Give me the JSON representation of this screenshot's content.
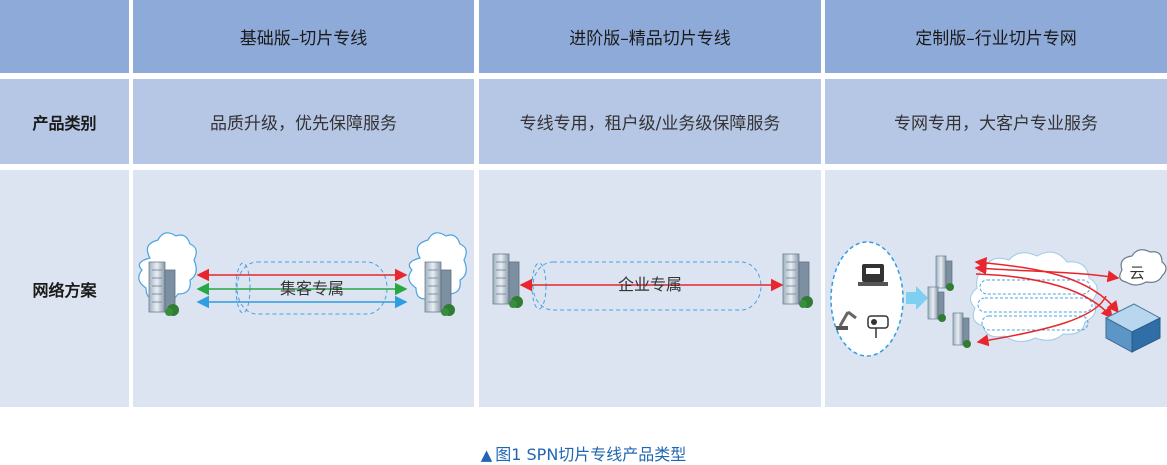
{
  "header": {
    "col1": "基础版–切片专线",
    "col2": "进阶版–精品切片专线",
    "col3": "定制版–行业切片专网"
  },
  "rows": {
    "category_label": "产品类别",
    "category": [
      "品质升级，优先保障服务",
      "专线专用，租户级/业务级保障服务",
      "专网专用，大客户专业服务"
    ],
    "solution_label": "网络方案"
  },
  "diagrams": {
    "basic_tunnel_label": "集客专属",
    "advanced_tunnel_label": "企业专属",
    "custom_cloud_label": "云"
  },
  "caption": {
    "marker": "▲",
    "text": "图1 SPN切片专线产品类型"
  },
  "colors": {
    "header_bg": "#8eaad9",
    "row2_bg": "#b6c7e6",
    "row3_bg": "#dce3f1",
    "red": "#e8262d",
    "green": "#27a844",
    "blue": "#2f9de0",
    "caption": "#1f66b3"
  }
}
